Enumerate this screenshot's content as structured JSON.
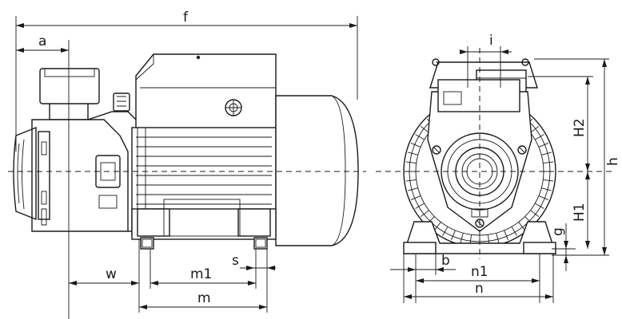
{
  "labels": {
    "f": "f",
    "a": "a",
    "w": "w",
    "m1": "m1",
    "m": "m",
    "s": "s",
    "i": "i",
    "H2": "H2",
    "h": "h",
    "H1": "H1",
    "g": "g",
    "b": "b",
    "n1": "n1",
    "n": "n"
  }
}
